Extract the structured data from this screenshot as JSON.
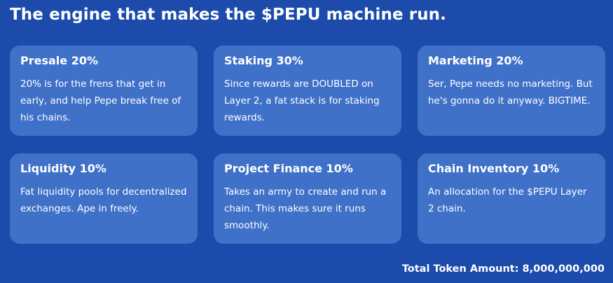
{
  "headline": "The engine that makes the $PEPU machine run.",
  "cards": [
    {
      "title": "Presale 20%",
      "text": "20% is for the frens that get in early, and help Pepe break free of his chains."
    },
    {
      "title": "Staking 30%",
      "text": "Since rewards are DOUBLED on Layer 2, a fat stack is for staking rewards."
    },
    {
      "title": "Marketing 20%",
      "text": "Ser, Pepe needs no marketing. But he's gonna do it anyway. BIGTIME."
    },
    {
      "title": "Liquidity 10%",
      "text": "Fat liquidity pools for decentralized exchanges. Ape in freely."
    },
    {
      "title": "Project Finance 10%",
      "text": "Takes an army to create and run a chain. This makes sure it runs smoothly."
    },
    {
      "title": "Chain Inventory 10%",
      "text": "An allocation for the $PEPU Layer 2 chain."
    }
  ],
  "total": "Total Token Amount: 8,000,000,000",
  "colors": {
    "background": "#1c4bab",
    "card": "#3f71c8",
    "text": "#ffffff"
  }
}
